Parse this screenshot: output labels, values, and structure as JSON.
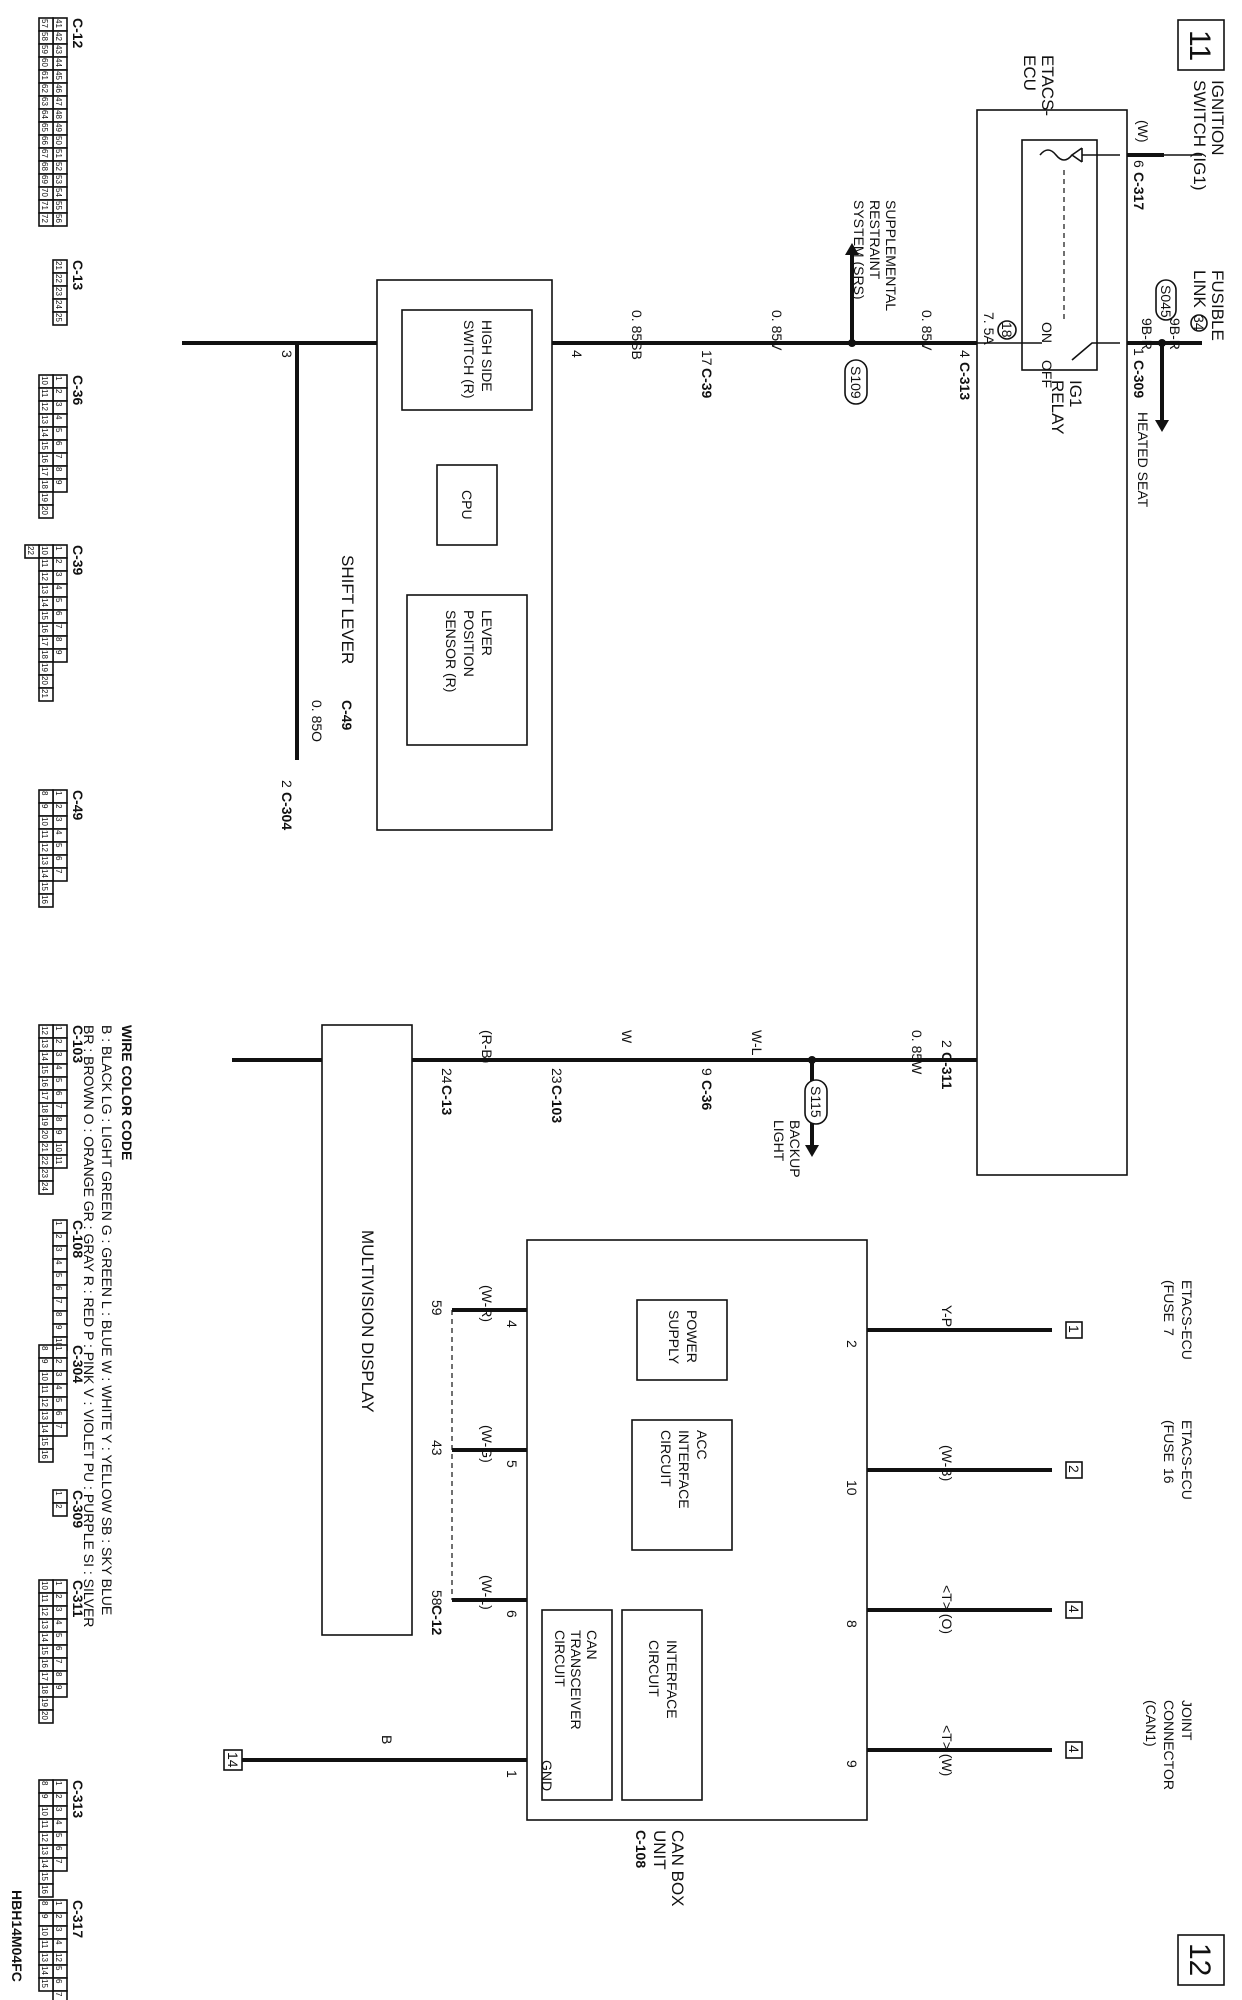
{
  "pages": {
    "left": "11",
    "right": "12"
  },
  "drawing_code": "HBH14M04FC",
  "components": {
    "ignition_switch": [
      "IGNITION",
      "SWITCH (IG1)"
    ],
    "fusible_link": [
      "FUSIBLE",
      "LINK"
    ],
    "fusible_link_num": "34",
    "etacs_ecu": [
      "ETACS-",
      "ECU"
    ],
    "ig1_relay": [
      "IG1",
      "RELAY"
    ],
    "relay_on": "ON",
    "relay_off": "OFF",
    "fuse_num": "18",
    "fuse_rating": "7. 5A",
    "heated_seat": "HEATED SEAT",
    "srs": [
      "SUPPLEMENTAL",
      "RESTRAINT",
      "SYSTEM (SRS)"
    ],
    "backup_light": [
      "BACKUP",
      "LIGHT"
    ],
    "shift_lever": "SHIFT LEVER",
    "high_side_switch": [
      "HIGH SIDE",
      "SWITCH (R)"
    ],
    "cpu": "CPU",
    "lever_sensor": [
      "LEVER",
      "POSITION",
      "SENSOR (R)"
    ],
    "multivision": "MULTIVISION DISPLAY",
    "can_box": [
      "CAN BOX",
      "UNIT"
    ],
    "power_supply": [
      "POWER",
      "SUPPLY"
    ],
    "acc_interface": [
      "ACC",
      "INTERFACE",
      "CIRCUIT"
    ],
    "interface_circuit": [
      "INTERFACE",
      "CIRCUIT"
    ],
    "can_transceiver": [
      "CAN",
      "TRANSCEIVER",
      "CIRCUIT"
    ],
    "etacs_fuse7": [
      "ETACS-ECU",
      "(FUSE"
    ],
    "fuse7_num": "7",
    "etacs_fuse16": [
      "ETACS-ECU",
      "(FUSE"
    ],
    "fuse16_num": "16",
    "joint_connector": [
      "JOINT",
      "CONNECTOR",
      "(CAN1)"
    ],
    "gnd": "GND"
  },
  "wires": {
    "ign": "(W)",
    "fl1": "9B-R",
    "fl2": "9B-R",
    "v085_a": "0. 85V",
    "v085_b": "0. 85V",
    "sb085": "0. 85SB",
    "o085": "0. 85O",
    "w085": "0. 85W",
    "wl": "W-L",
    "w": "W",
    "rb": "(R-B)",
    "yp": "Y-P",
    "wb": "(W-B)",
    "wr": "(W-R)",
    "wg": "(W-G)",
    "wl2": "(W-L)",
    "b": "B",
    "can_l": "<T> (O)",
    "can_h": "<T> (W)"
  },
  "splices": {
    "s045": "S045",
    "s109": "S109",
    "s115": "S115"
  },
  "pins": {
    "ign": "6",
    "fl": "1",
    "c313": "4",
    "c304": "2",
    "c311": "2",
    "c39": "17",
    "shift_in": "4",
    "shift_out": "3",
    "c36": "9",
    "c103": "23",
    "c13": "24",
    "can2": "2",
    "can10": "10",
    "can8": "8",
    "can9": "9",
    "can4": "4",
    "can5": "5",
    "can6": "6",
    "can1": "1",
    "mv59": "59",
    "mv43": "43",
    "mv58": "58",
    "j1": "1",
    "j2": "2",
    "j4a": "4",
    "j4b": "4",
    "gnd14": "14"
  },
  "connector_ids": {
    "c317": "C-317",
    "c309": "C-309",
    "c313": "C-313",
    "c304": "C-304",
    "c311": "C-311",
    "c39": "C-39",
    "c49": "C-49",
    "c36": "C-36",
    "c103": "C-103",
    "c13": "C-13",
    "c12": "C-12",
    "c108": "C-108"
  },
  "connector_views": [
    {
      "id": "C-12",
      "rows": [
        "41|42|43|44|45|46|47|48|49|50|51|52|53|54|55|56",
        "57|58|59|60|61|62|63|64|65|66|67|68|69|70|71|72"
      ]
    },
    {
      "id": "C-13",
      "rows": [
        "21|22|23|24|25"
      ]
    },
    {
      "id": "C-36",
      "rows": [
        "1|2|3|4|5|6|7|8|9",
        "10|11|12|13|14|15|16|17|18|19|20"
      ]
    },
    {
      "id": "C-39",
      "rows": [
        "1|2|3|4|5|6|7|8|9",
        "10|11|12|13|14|15|16|17|18|19|20|21",
        "22"
      ]
    },
    {
      "id": "C-49",
      "rows": [
        "1|2|3|4|5|6|7",
        "8|9|10|11|12|13|14|15|16"
      ]
    },
    {
      "id": "C-103",
      "rows": [
        "1|2|3|4|5|6|7|8|9|10|11",
        "12|13|14|15|16|17|18|19|20|21|22|23|24"
      ]
    },
    {
      "id": "C-108",
      "rows": [
        "1|2|3|4|5|6|7|8|9|10"
      ]
    },
    {
      "id": "C-304",
      "rows": [
        "1|2|3|4|5|6|7",
        "8|9|10|11|12|13|14|15|16"
      ]
    },
    {
      "id": "C-309",
      "rows": [
        "1|2"
      ]
    },
    {
      "id": "C-311",
      "rows": [
        "1|2|3|4|5|6|7|8|9",
        "10|11|12|13|14|15|16|17|18|19|20"
      ]
    },
    {
      "id": "C-313",
      "rows": [
        "1|2|3|4|5|6|7",
        "8|9|10|11|12|13|14|15|16"
      ]
    },
    {
      "id": "C-317",
      "rows": [
        "1|2|3|4|12|5|6|7",
        "8|9|10|11|13|14|15"
      ]
    }
  ],
  "color_code": {
    "title": "WIRE COLOR CODE",
    "lines": [
      "B : BLACK   LG : LIGHT GREEN   G : GREEN   L : BLUE   W : WHITE   Y : YELLOW   SB : SKY BLUE",
      "BR : BROWN   O : ORANGE   GR : GRAY   R : RED   P : PINK   V : VIOLET   PU : PURPLE   SI : SILVER"
    ]
  }
}
